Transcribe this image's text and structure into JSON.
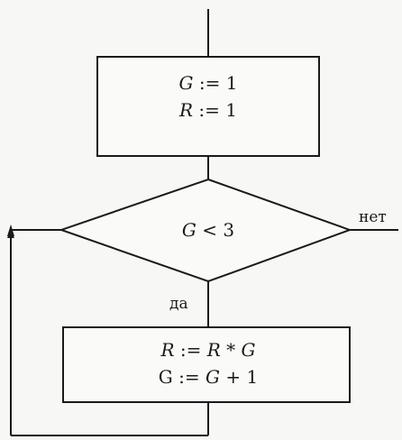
{
  "flowchart": {
    "box1": {
      "line1": {
        "var": "G",
        "op": " := 1"
      },
      "line2": {
        "var": "R",
        "op": " := 1"
      }
    },
    "condition": {
      "var": "G",
      "op": " < 3"
    },
    "no_label": "нет",
    "yes_label": "да",
    "box2": {
      "line1": {
        "var1": "R",
        "op1": " := ",
        "var2": "R",
        "op2": " * ",
        "var3": "G"
      },
      "line2": {
        "var1": "G",
        "op1": " := ",
        "var2": "G",
        "op2": " + 1"
      }
    }
  }
}
